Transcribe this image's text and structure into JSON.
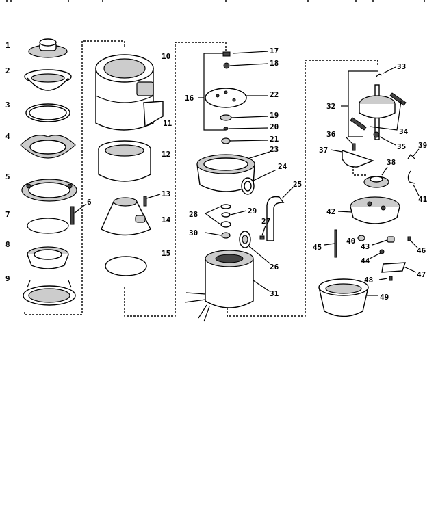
{
  "diagram": {
    "type": "exploded parts diagram",
    "callouts": [
      "1",
      "2",
      "3",
      "4",
      "5",
      "6",
      "7",
      "8",
      "9",
      "10",
      "11",
      "12",
      "13",
      "14",
      "15",
      "16",
      "17",
      "18",
      "19",
      "20",
      "21",
      "22",
      "23",
      "24",
      "25",
      "26",
      "27",
      "28",
      "29",
      "30",
      "31",
      "32",
      "33",
      "34",
      "35",
      "36",
      "37",
      "38",
      "39",
      "40",
      "41",
      "42",
      "43",
      "44",
      "45",
      "46",
      "47",
      "48",
      "49"
    ]
  }
}
